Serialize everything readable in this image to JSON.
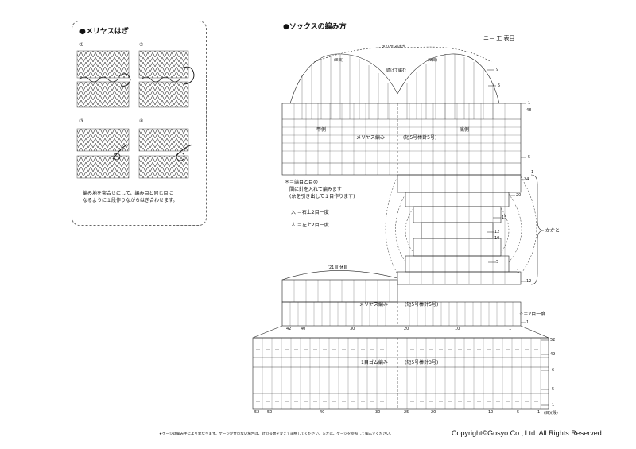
{
  "inset": {
    "title": "●メリヤスはぎ",
    "steps": [
      "①",
      "②",
      "③",
      "④"
    ],
    "note_line1": "編み地を突合せにして、編み目と同じ目に",
    "note_line2": "なるように１段作りながらはぎ合わせます。"
  },
  "main": {
    "title": "●ソックスの編み方",
    "legend": "ニ＝ 工 表目",
    "top_label": "メリヤスはぎ",
    "left_count": "(8目)",
    "right_count": "(9目)",
    "center_note": "続けて編む",
    "top_side": "甲側",
    "bottom_side": "底側",
    "body_label": "メリヤス編み",
    "body_needle": "(短5号棒針5号)",
    "kitchener_note1": "＊＝端目と目の",
    "kitchener_note2": "間に針を入れて編みます",
    "kitchener_note3": "(糸を引き出して１目作ります)",
    "dec_right": "入 ＝右上2目一度",
    "dec_left": "人 ＝左上2目一度",
    "heel_label": "かかと",
    "instep_count": "(21目)休目",
    "leg_label": "メリヤス編み",
    "leg_needle": "(短5号棒針5号)",
    "star_note": "☆＝2目一度",
    "rib_label": "1目ゴム編み",
    "rib_needle": "(短5号棒針3号)",
    "row_marks_top": [
      "9",
      "5",
      "1",
      "48"
    ],
    "row_marks_mid": [
      "5",
      "1"
    ],
    "heel_rows": [
      "24",
      "20",
      "15",
      "12",
      "10",
      "5",
      "1",
      "12"
    ],
    "leg_rows": [
      "1"
    ],
    "rib_rows": [
      "52",
      "49",
      "6",
      "5",
      "1"
    ],
    "leg_stitch_labels": [
      "42",
      "40",
      "30",
      "20",
      "10",
      "1"
    ],
    "bottom_stitch_labels": [
      "52",
      "50",
      "40",
      "30",
      "25",
      "20",
      "10",
      "5",
      "1"
    ],
    "bottom_row_unit": "(目)(段)",
    "footnote": "★ゲージは編み手により異なります。ゲージが合わない場合は、針の号数を変えて調整してください。または、ゲージを参照して編んでください。",
    "copyright": "Copyright©Gosyo Co., Ltd. All Rights Reserved."
  }
}
